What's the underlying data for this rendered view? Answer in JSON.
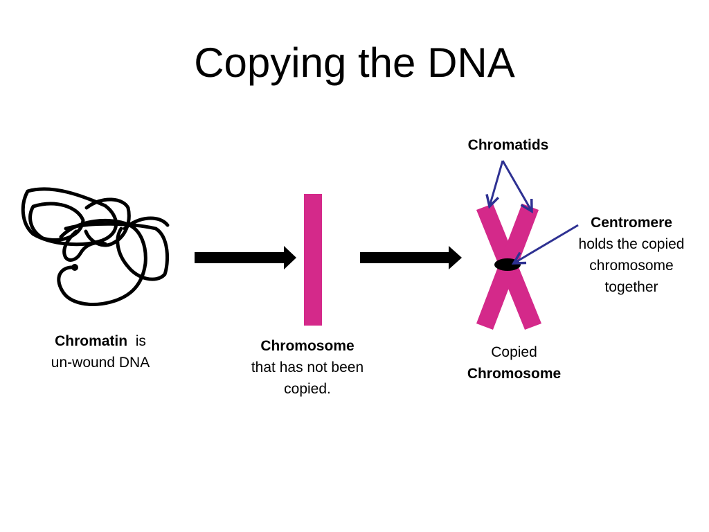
{
  "slide": {
    "title": "Copying the DNA"
  },
  "labels": {
    "chromatids": "Chromatids",
    "chromatin": {
      "term": "Chromatin",
      "suffix": "is",
      "line2": "un-wound DNA"
    },
    "chromosome": {
      "term": "Chromosome",
      "line2": "that has not been",
      "line3": "copied."
    },
    "copied_chromosome": {
      "line1": "Copied",
      "term": "Chromosome"
    },
    "centromere": {
      "term": "Centromere",
      "line2": "holds the copied",
      "line3": "chromosome",
      "line4": "together"
    }
  },
  "colors": {
    "chromosome": "#D4298A",
    "pointer_arrow": "#2E3192",
    "arrow": "#000000",
    "centromere": "#000000",
    "chromatin": "#000000"
  },
  "icons": {
    "process_arrow": "right-arrow",
    "pointer": "thin-arrow"
  }
}
